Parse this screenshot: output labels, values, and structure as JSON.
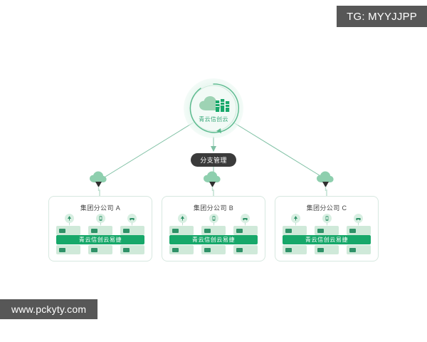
{
  "overlays": {
    "tg_badge": "TG: MYYJJPP",
    "watermark": "www.pckyty.com"
  },
  "diagram": {
    "hub": {
      "label": "青云信创云",
      "icon": "cloud-server-icon"
    },
    "pill": {
      "label": "分支管理"
    },
    "branches": [
      {
        "title": "集团分公司 A",
        "bar_label": "青云信创云易捷",
        "icons": [
          "tree-icon",
          "tablet-icon",
          "car-icon"
        ],
        "top_nodes": [
          "node",
          "node",
          "node"
        ],
        "bottom_nodes": [
          "node",
          "node",
          "node"
        ]
      },
      {
        "title": "集团分公司 B",
        "bar_label": "青云信创云易捷",
        "icons": [
          "tree-icon",
          "tablet-icon",
          "car-icon"
        ],
        "top_nodes": [
          "node",
          "node",
          "node"
        ],
        "bottom_nodes": [
          "node",
          "node",
          "node"
        ]
      },
      {
        "title": "集团分公司 C",
        "bar_label": "青云信创云易捷",
        "icons": [
          "tree-icon",
          "tablet-icon",
          "car-icon"
        ],
        "top_nodes": [
          "node",
          "node",
          "node"
        ],
        "bottom_nodes": [
          "node",
          "node",
          "node"
        ]
      }
    ]
  },
  "colors": {
    "accent_green": "#17a86a",
    "light_green": "#cfe9d9",
    "line_green": "#7fc0a4",
    "badge_gray": "#575757",
    "pill_dark": "#3b3b3b"
  }
}
